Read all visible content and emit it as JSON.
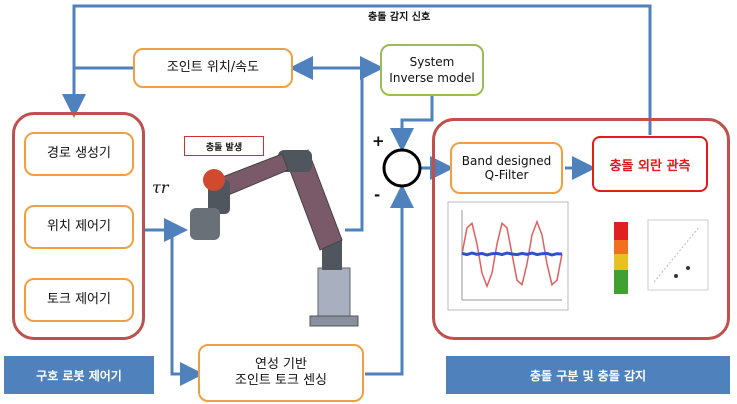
{
  "top_signal": "충돌 감지 신호",
  "left_group": {
    "items": [
      "경로 생성기",
      "위치 제어기",
      "토크 제어기"
    ],
    "label": "구호 로봇 제어기"
  },
  "joint_box": "조인트 위치/속도",
  "system_model": [
    "System",
    "Inverse model"
  ],
  "collision_tag": "충돌 발생",
  "tau_symbol": "τr",
  "sum": {
    "plus": "+",
    "minus": "-"
  },
  "filter_box": [
    "Band designed",
    "Q-Filter"
  ],
  "observer_box": "충돌 외란 관측",
  "right_label": "충돌 구분 및 충돌 감지",
  "sensor_box": [
    "연성 기반",
    "조인트 토크 센싱"
  ],
  "colors": {
    "orange": "#f0a040",
    "red": "#c0504d",
    "green": "#9bbb59",
    "blue_wire": "#4f81bd",
    "label_blue": "#4f81bd",
    "observer_red": "#e31a1c"
  },
  "chart_data": {
    "type": "line",
    "x": [
      0,
      1,
      2,
      3,
      4,
      5,
      6,
      7,
      8,
      9,
      10,
      11,
      12,
      13,
      14,
      15,
      16,
      17,
      18,
      19,
      20
    ],
    "series": [
      {
        "values": [
          0,
          0.81,
          0.95,
          0.31,
          -0.59,
          -1,
          -0.59,
          0.31,
          0.95,
          0.81,
          0,
          -0.81,
          -0.95,
          -0.31,
          0.59,
          1,
          0.59,
          -0.31,
          -0.95,
          -0.81,
          0
        ],
        "color": "#e06060"
      },
      {
        "values": [
          0.02,
          -0.02,
          0.03,
          -0.01,
          0.02,
          -0.03,
          0.01,
          0.02,
          -0.02,
          0.03,
          0,
          -0.02,
          0.02,
          -0.01,
          0.03,
          -0.02,
          0.01,
          0.02,
          -0.03,
          0.01,
          0
        ],
        "color": "#3050d0"
      }
    ],
    "ylim": [
      -1.3,
      1.3
    ]
  }
}
